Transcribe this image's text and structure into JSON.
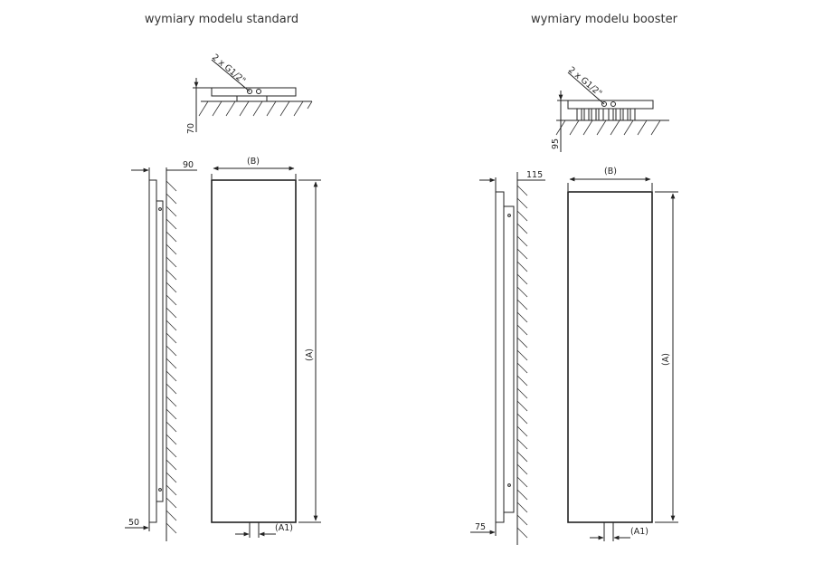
{
  "standard": {
    "title": "wymiary modelu standard",
    "connection": "2 x G1/2\"",
    "depth": "70",
    "wall_gap": "90",
    "side_offset": "50",
    "width": "(B)",
    "height": "(A)",
    "spacing": "(A1)"
  },
  "booster": {
    "title": "wymiary modelu booster",
    "connection": "2 x G1/2\"",
    "depth": "95",
    "wall_gap": "115",
    "side_offset": "75",
    "width": "(B)",
    "height": "(A)",
    "spacing": "(A1)"
  }
}
